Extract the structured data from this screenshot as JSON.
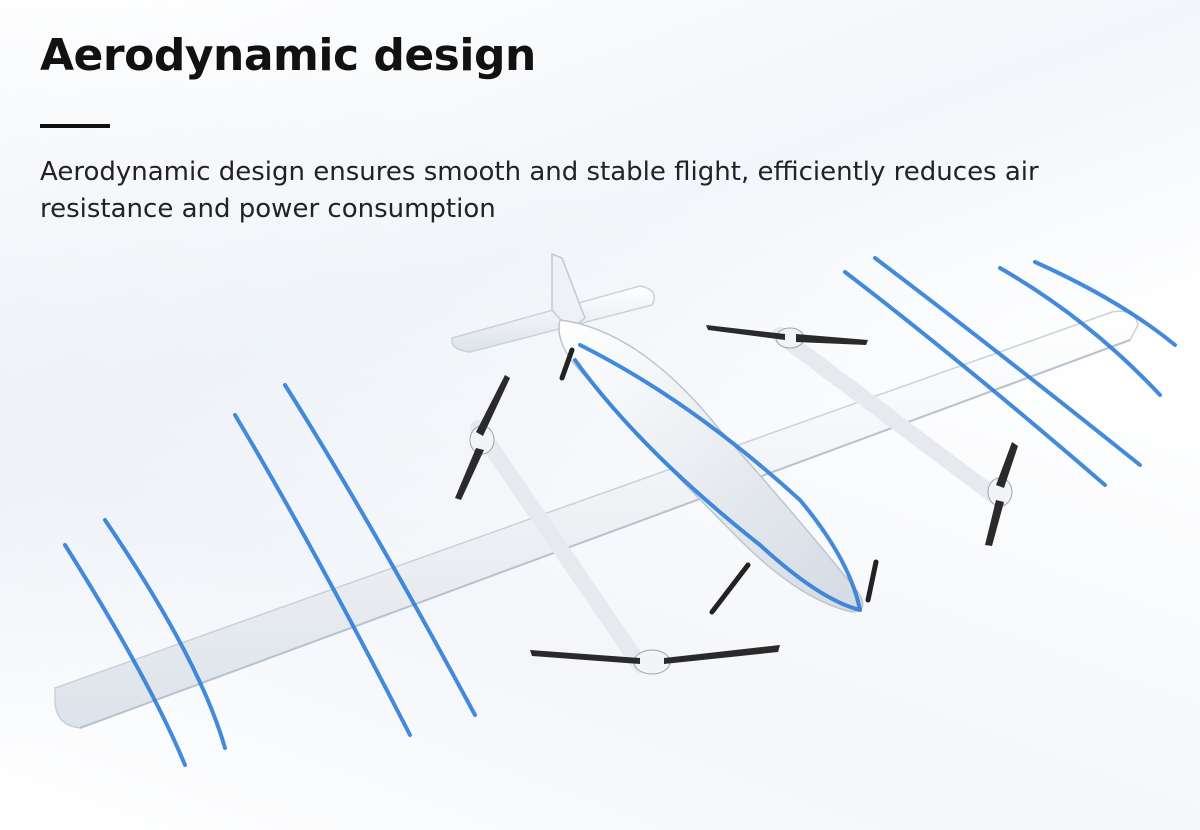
{
  "heading": "Aerodynamic design",
  "description": "Aerodynamic design ensures smooth and stable flight, efficiently reduces air resistance and power consumption",
  "colors": {
    "airflow_line": "#2f7ed8",
    "airframe": "#f3f5f8",
    "airframe_shade": "#d9dfe6",
    "propeller": "#2a2a2a",
    "text": "#111111"
  },
  "image": {
    "subject": "vtol-fixed-wing-drone",
    "icons": [
      "airflow-lines",
      "propeller",
      "tail-fin"
    ]
  }
}
